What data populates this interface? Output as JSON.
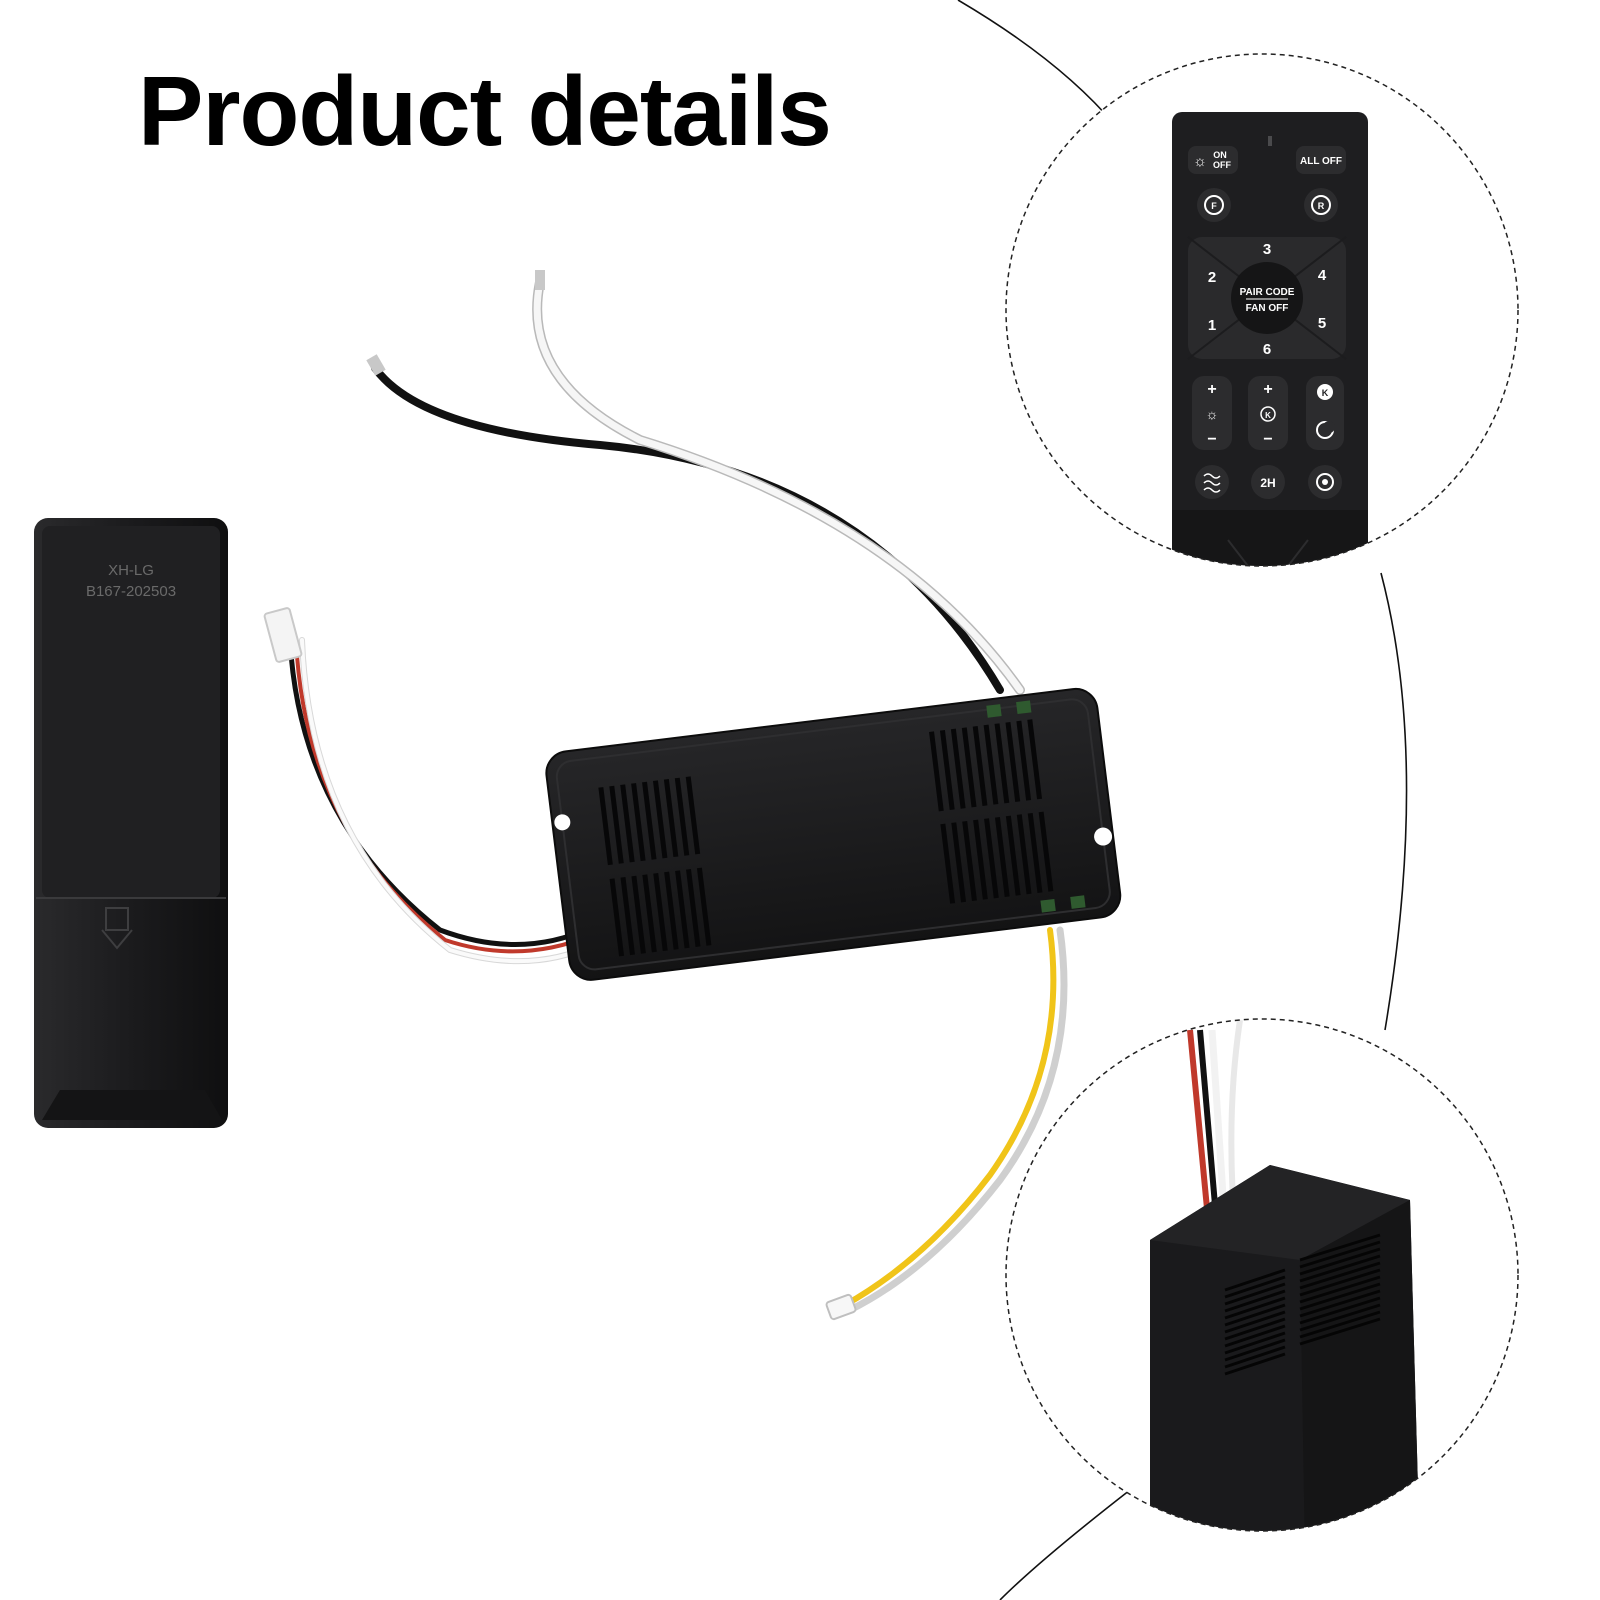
{
  "title": "Product details",
  "back_remote": {
    "brand": "XH-LG",
    "model": "B167-202503"
  },
  "remote_closeup": {
    "btn_on_off": {
      "on": "ON",
      "off": "OFF"
    },
    "btn_all_off": "ALL OFF",
    "btn_forward": "F",
    "btn_reverse": "R",
    "speeds": [
      "1",
      "2",
      "3",
      "4",
      "5",
      "6"
    ],
    "center": {
      "line1": "PAIR CODE",
      "line2": "FAN OFF"
    },
    "plus": "+",
    "minus": "−",
    "k_label": "K",
    "timer": "2H"
  },
  "colors": {
    "plastic": "#1c1c1e",
    "wire_white": "#f2f2f2",
    "wire_red": "#c0392b",
    "wire_yellow": "#f0c419",
    "wire_black": "#111111"
  }
}
